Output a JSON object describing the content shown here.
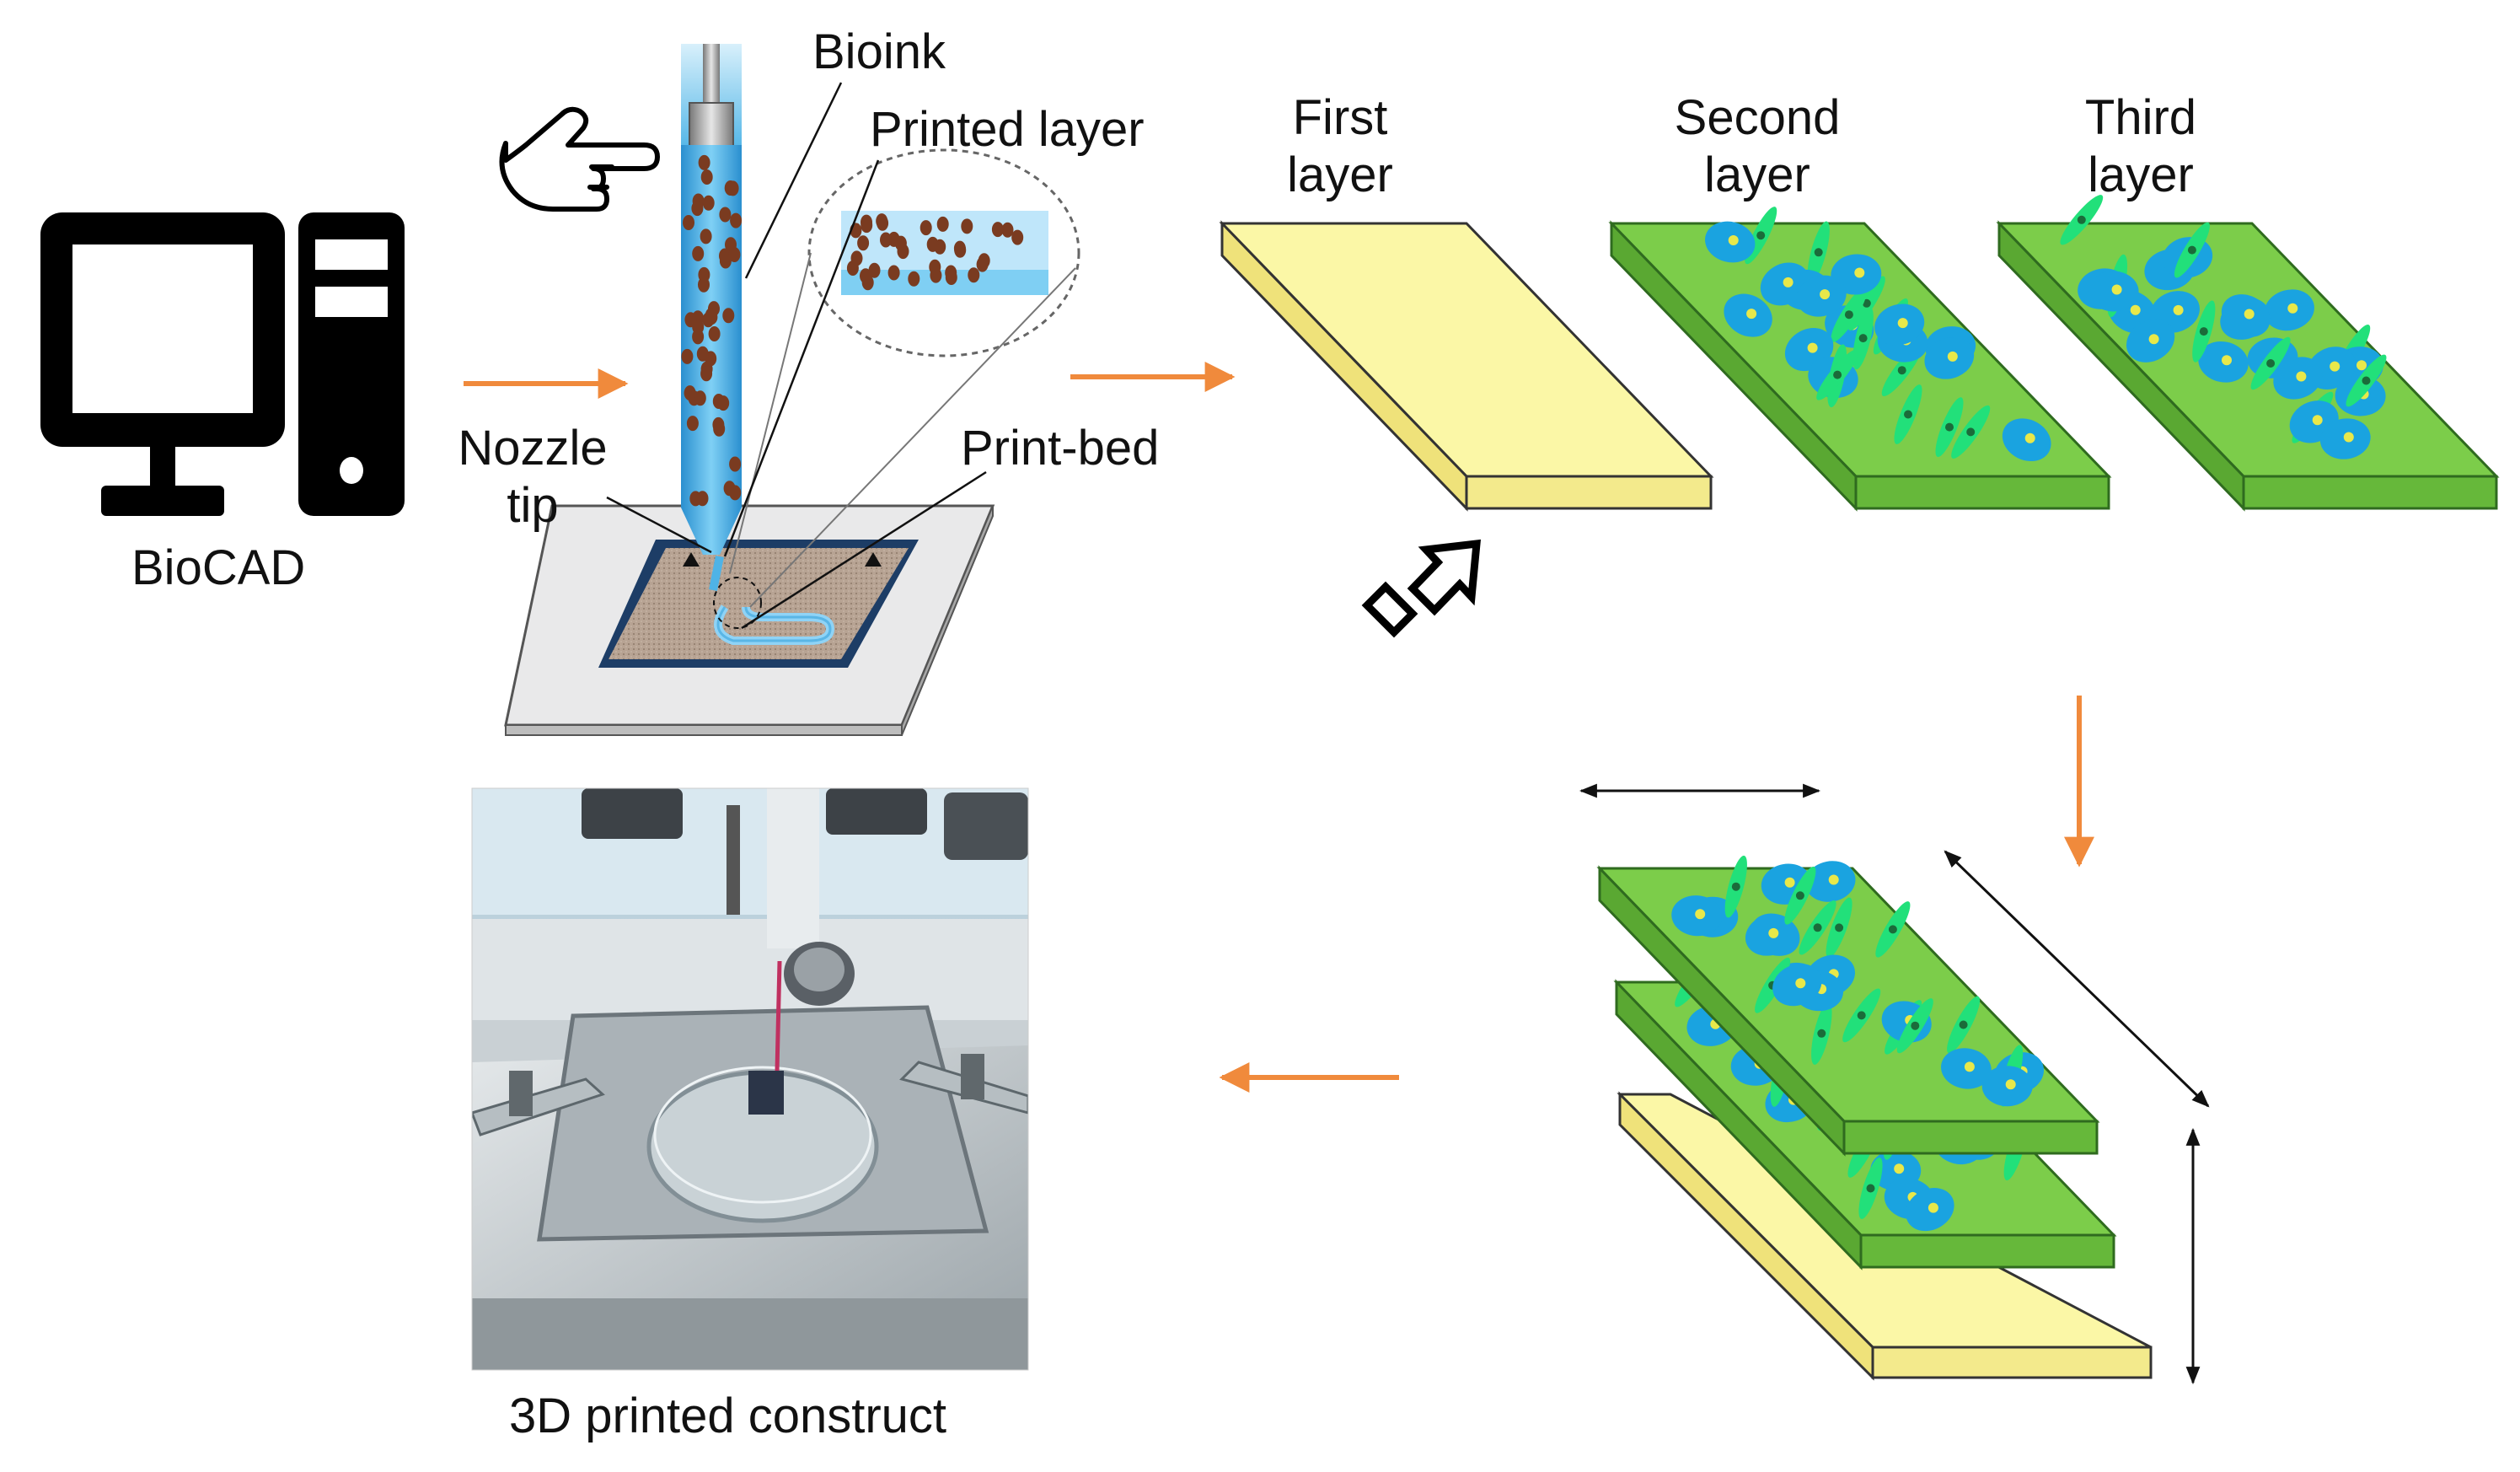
{
  "labels": {
    "biocad": "BioCAD",
    "bioink": "Bioink",
    "printed_layer": "Printed layer",
    "nozzle_line1": "Nozzle",
    "nozzle_line2": "tip",
    "print_bed": "Print-bed",
    "first_layer_line1": "First",
    "first_layer_line2": "layer",
    "second_layer_line1": "Second",
    "second_layer_line2": "layer",
    "third_layer_line1": "Third",
    "third_layer_line2": "layer",
    "construct": "3D printed construct"
  },
  "colors": {
    "arrow": "#f08a3c",
    "yellow_layer": "#fbf7a6",
    "green_layer": "#7ccd4a",
    "cell_blue": "#1aa3e0",
    "cell_green": "#22e07a",
    "droplet": "#7a3b20",
    "ink": "#4fb3e6"
  },
  "icons": [
    "computer-monitor-icon",
    "computer-tower-icon",
    "pointing-hand-icon",
    "cursor-arrow-icon"
  ]
}
